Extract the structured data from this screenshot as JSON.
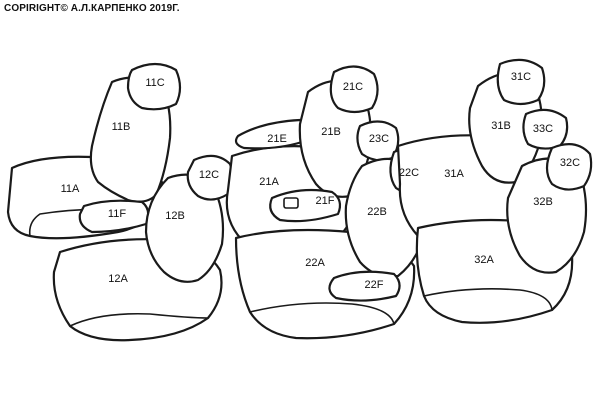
{
  "copyright": "COPIRIGHT© А.Л.КАРПЕНКО 2019Г.",
  "labels": {
    "p11C": "11C",
    "p11B": "11B",
    "p11A": "11A",
    "p11F": "11F",
    "p12C": "12C",
    "p12B": "12B",
    "p12A": "12A",
    "p21C": "21C",
    "p21E": "21E",
    "p21B": "21B",
    "p23C": "23C",
    "p21A": "21A",
    "p21F": "21F",
    "p22C": "22C",
    "p22B": "22B",
    "p22A": "22A",
    "p22F": "22F",
    "p31C": "31C",
    "p31B": "31B",
    "p33C": "33C",
    "p31A": "31A",
    "p32C": "32C",
    "p32B": "32B",
    "p32A": "32A"
  },
  "colors": {
    "line": "#1a1a1a",
    "background": "#ffffff"
  }
}
